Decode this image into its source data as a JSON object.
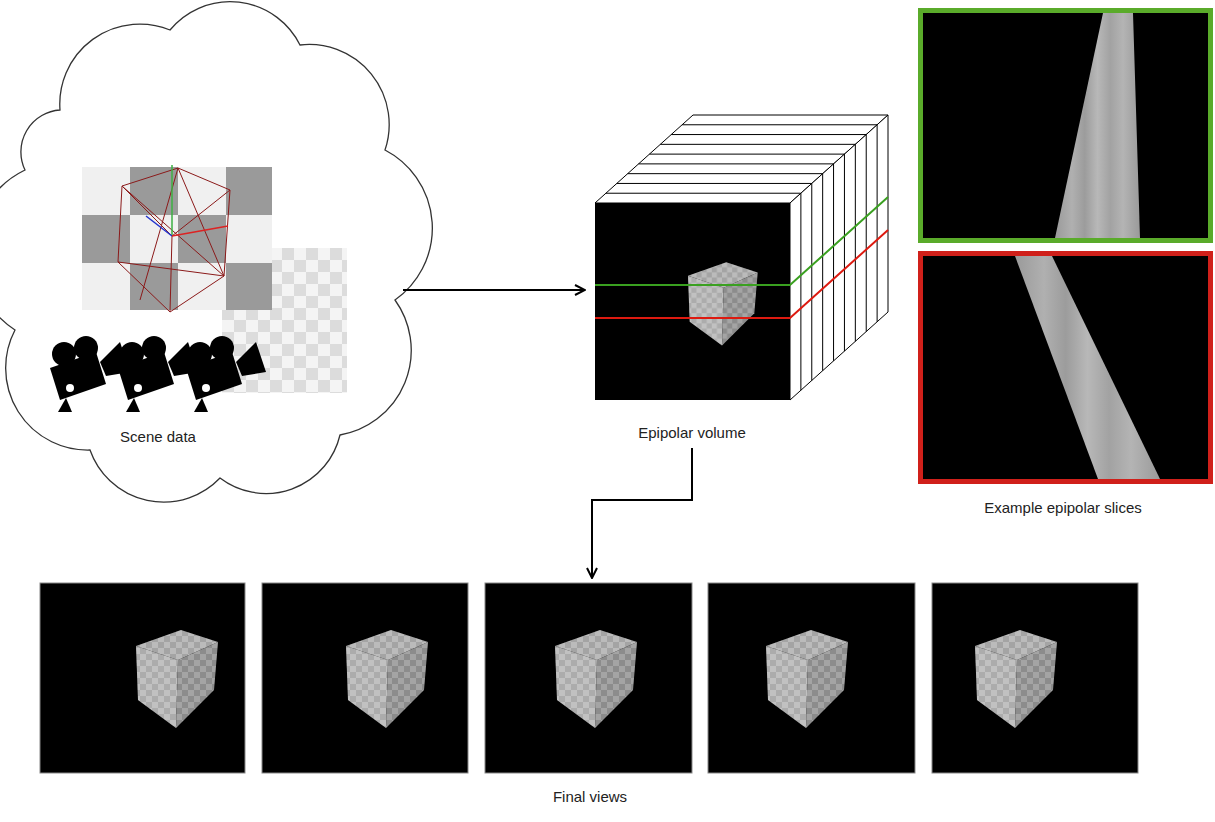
{
  "diagram": {
    "nodes": [
      {
        "text": [
          "Scene data"
        ]
      },
      {
        "text": [
          "Epipolar volume"
        ]
      },
      {
        "text": [
          "Final views"
        ]
      }
    ],
    "edges": [
      {
        "from": 0,
        "to": 1,
        "arrow": "to"
      },
      {
        "from": 1,
        "to": 2,
        "arrow": "to"
      }
    ],
    "labels": [
      "Example epipolar slices"
    ]
  }
}
